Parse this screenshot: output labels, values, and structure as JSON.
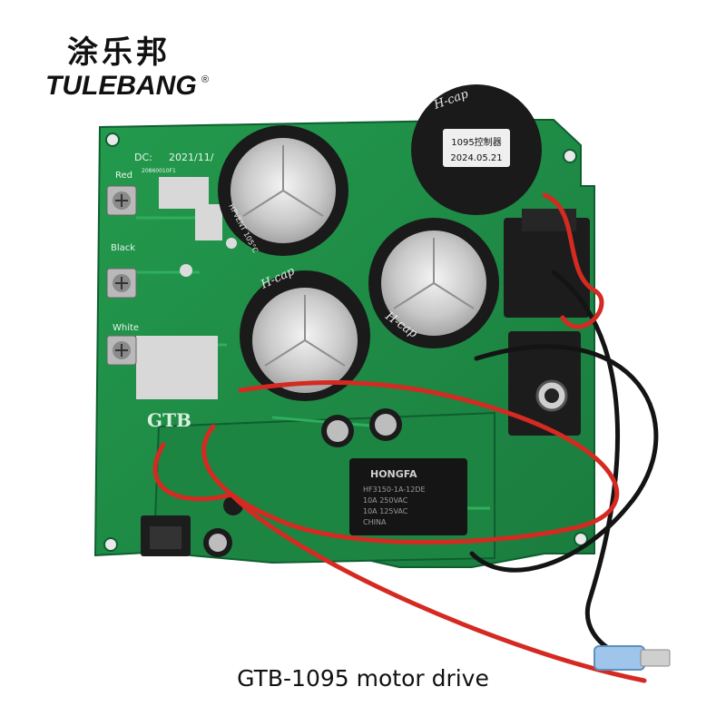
{
  "brand": {
    "chinese": "涂乐邦",
    "english": "TULEBANG",
    "registered": "®"
  },
  "board": {
    "dc_label": "DC:",
    "date_code": "2021/11/",
    "small_code": "20860010F1",
    "terminals": [
      "Red",
      "Black",
      "White"
    ],
    "silkscreen": "GTB"
  },
  "capacitors": {
    "brand": "H-cap",
    "side_text": "HPVENT 105°C",
    "sticker_line1": "1095控制器",
    "sticker_line2": "2024.05.21"
  },
  "relay": {
    "brand": "HONGFA",
    "lines": [
      "HF3150-1A-12DE",
      "10A 250VAC",
      "10A 125VAC",
      "CHINA"
    ]
  },
  "caption": "GTB-1095 motor drive",
  "colors": {
    "pcb": "#1f8a45",
    "pcb_dark": "#15703a",
    "wire_red": "#d42a22",
    "wire_black": "#141414",
    "cap_sleeve": "#1a1a1a"
  }
}
